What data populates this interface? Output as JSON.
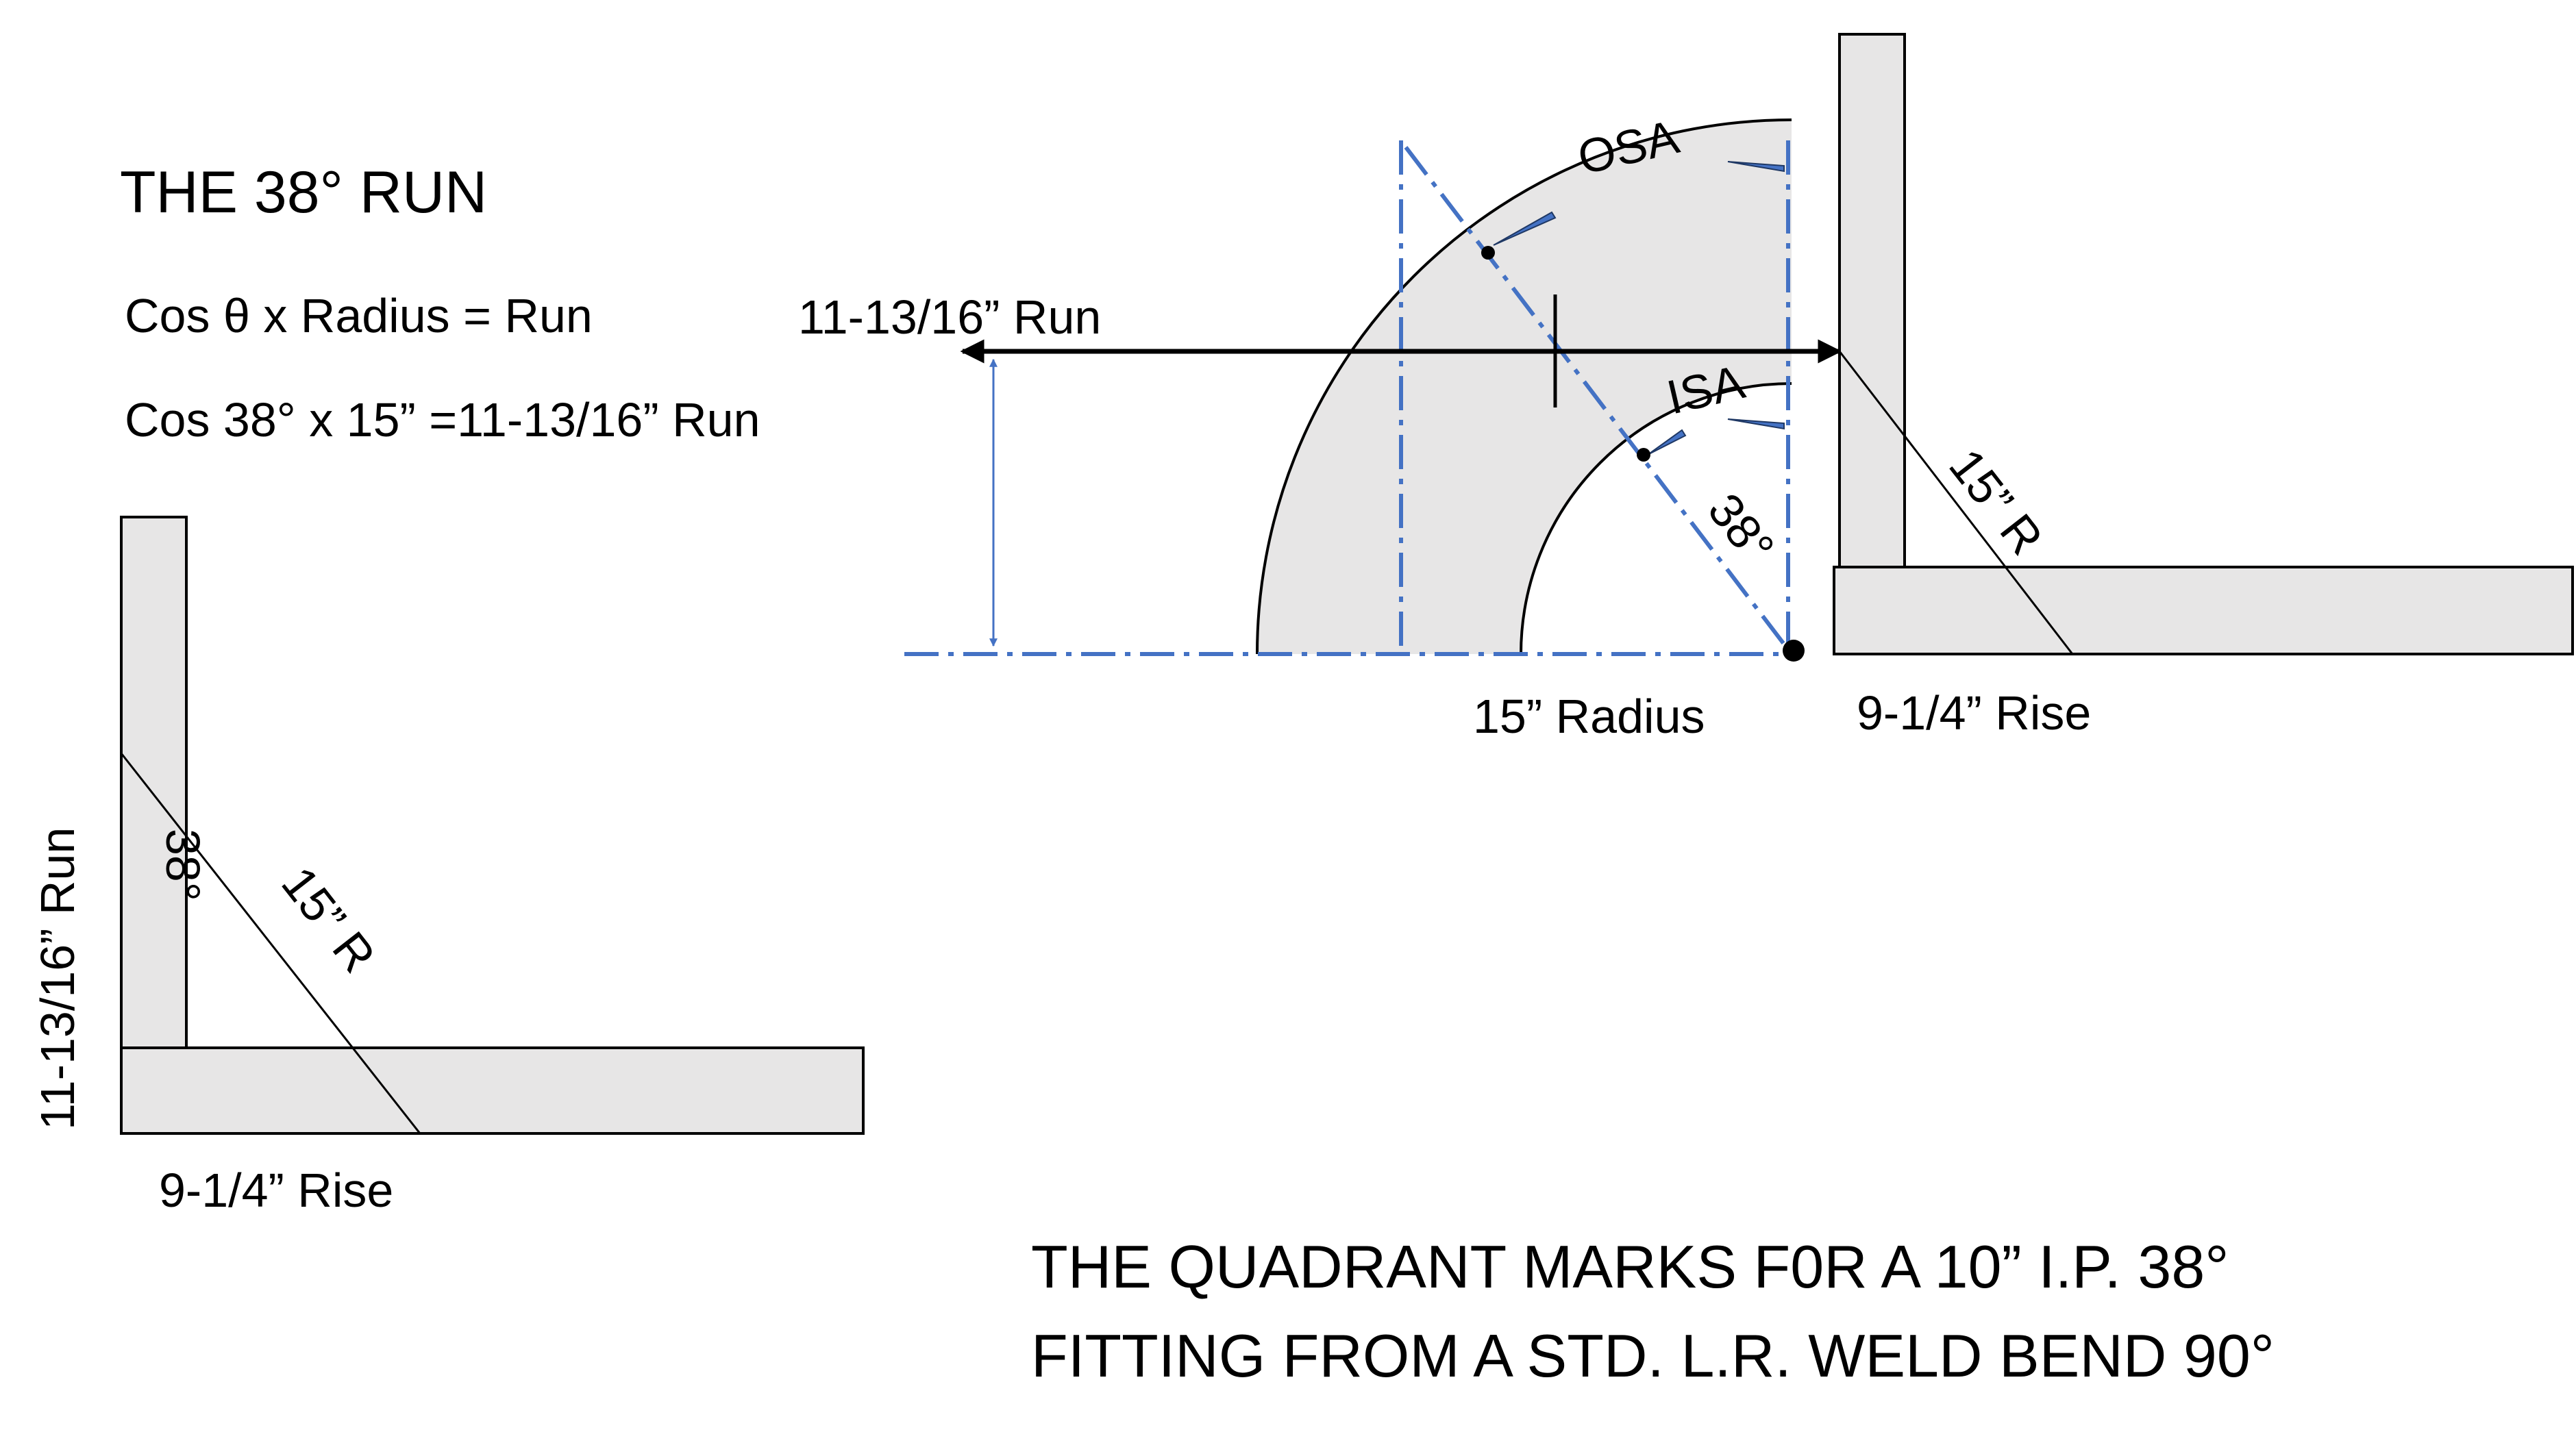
{
  "title": "THE 38° RUN",
  "formula": {
    "line1_prefix": "Cos ",
    "theta": "θ",
    "line1_suffix": " x Radius = Run",
    "line2": "Cos 38° x 15” =11-13/16” Run"
  },
  "top_diagram": {
    "run_label": "11-13/16” Run",
    "osa_label": "OSA",
    "isa_label": "ISA",
    "angle_label": "38°",
    "radius_label": "15” Radius"
  },
  "right_angle_diagram": {
    "hypotenuse_label": "15” R",
    "rise_label": "9-1/4” Rise"
  },
  "left_angle_diagram": {
    "run_label": "11-13/16” Run",
    "angle_label": "38°",
    "hypotenuse_label": "15” R",
    "rise_label": "9-1/4” Rise"
  },
  "caption": {
    "line1": "THE QUADRANT MARKS F0R A 10” I.P. 38°",
    "line2": "FITTING FROM A STD. L.R. WELD BEND 90°"
  },
  "colors": {
    "accent_blue": "#4472c4",
    "fitting_fill": "#e7e6e6",
    "line": "#000000"
  }
}
